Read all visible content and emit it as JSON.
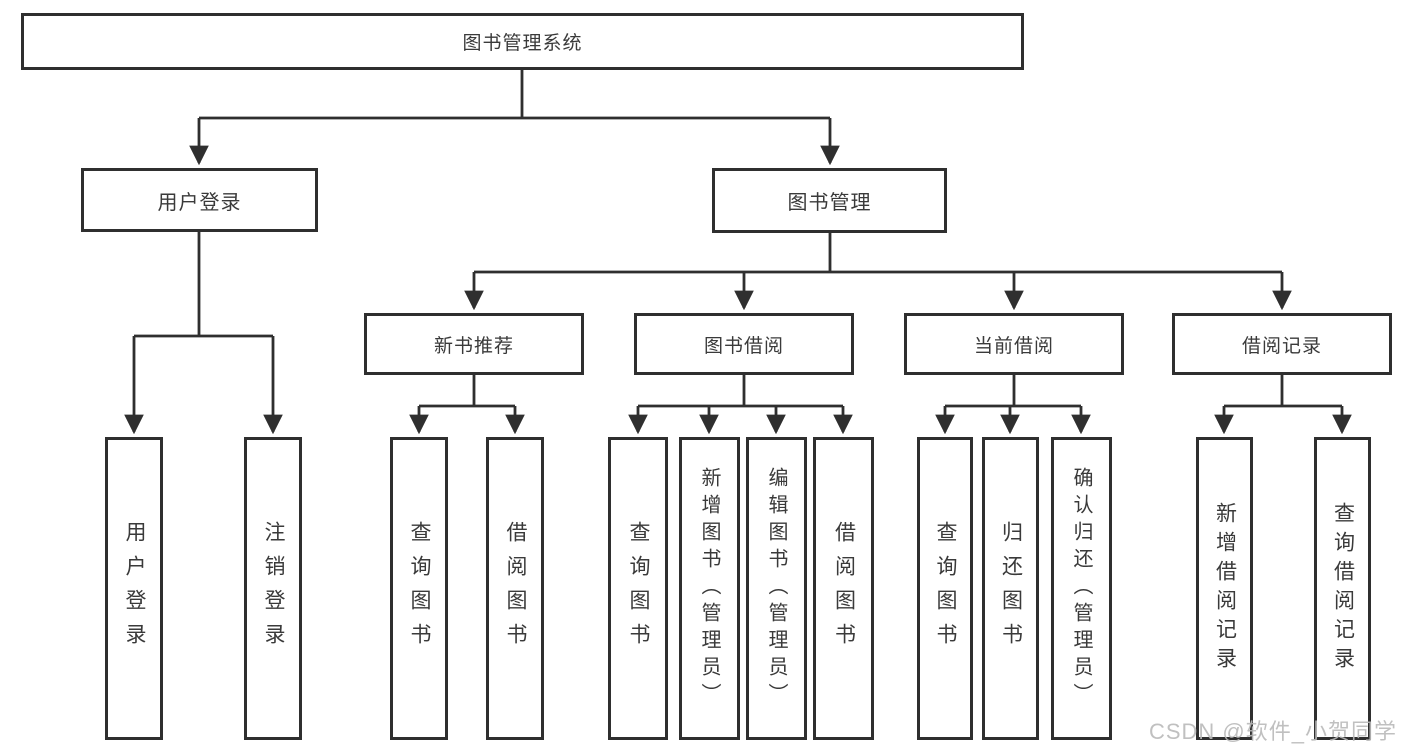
{
  "diagram": {
    "title": "图书管理系统",
    "root": {
      "label": "图书管理系统"
    },
    "level2": [
      {
        "label": "用户登录"
      },
      {
        "label": "图书管理"
      }
    ],
    "level3": [
      {
        "label": "新书推荐"
      },
      {
        "label": "图书借阅"
      },
      {
        "label": "当前借阅"
      },
      {
        "label": "借阅记录"
      }
    ],
    "leaves": {
      "user_login": [
        {
          "label": "用户登录"
        },
        {
          "label": "注销登录"
        }
      ],
      "new_book": [
        {
          "label": "查询图书"
        },
        {
          "label": "借阅图书"
        }
      ],
      "book_borrow": [
        {
          "label": "查询图书"
        },
        {
          "label": "新增图书（管理员）"
        },
        {
          "label": "编辑图书（管理员）"
        },
        {
          "label": "借阅图书"
        }
      ],
      "current_borrow": [
        {
          "label": "查询图书"
        },
        {
          "label": "归还图书"
        },
        {
          "label": "确认归还（管理员）"
        }
      ],
      "borrow_record": [
        {
          "label": "新增借阅记录"
        },
        {
          "label": "查询借阅记录"
        }
      ]
    }
  },
  "watermark": {
    "text": "CSDN @软件_小贺同学"
  },
  "colors": {
    "line": "#2f2f2f",
    "box_border": "#2f2f2f",
    "text": "#3a3a3a",
    "watermark": "#b9b9b9",
    "background": "#ffffff"
  }
}
